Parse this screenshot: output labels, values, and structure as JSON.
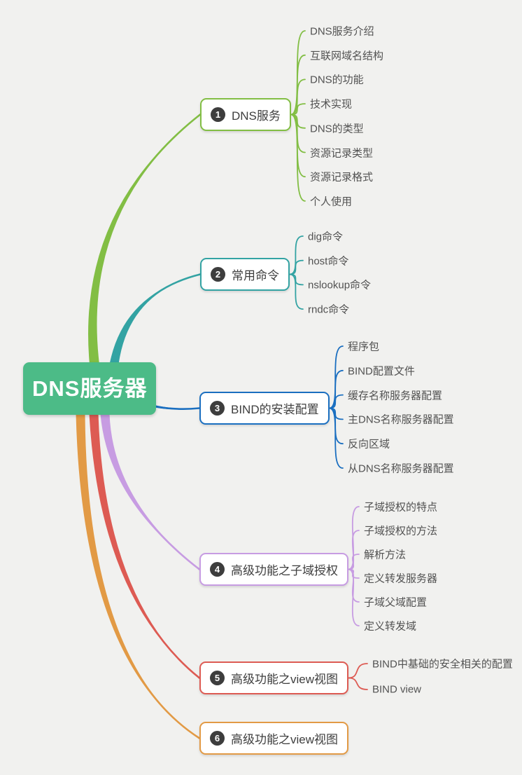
{
  "canvas": {
    "bg_color": "#F1F1EF"
  },
  "root": {
    "label": "DNS服务器",
    "bg_color": "#4CBB87",
    "text_color": "#FFFFFF"
  },
  "badge": {
    "bg_color": "#3D3D3D",
    "text_color": "#FFFFFF"
  },
  "branches": [
    {
      "number": "1",
      "label": "DNS服务",
      "color": "#82BE44",
      "children": [
        "DNS服务介绍",
        "互联网域名结构",
        "DNS的功能",
        "技术实现",
        "DNS的类型",
        "资源记录类型",
        "资源记录格式",
        "个人使用"
      ]
    },
    {
      "number": "2",
      "label": "常用命令",
      "color": "#33A3A3",
      "children": [
        "dig命令",
        "host命令",
        "nslookup命令",
        "rndc命令"
      ]
    },
    {
      "number": "3",
      "label": "BIND的安装配置",
      "color": "#1B6FC0",
      "children": [
        "程序包",
        "BIND配置文件",
        "缓存名称服务器配置",
        "主DNS名称服务器配置",
        "反向区域",
        "从DNS名称服务器配置"
      ]
    },
    {
      "number": "4",
      "label": "高级功能之子域授权",
      "color": "#C79CE2",
      "children": [
        "子域授权的特点",
        "子域授权的方法",
        "解析方法",
        "定义转发服务器",
        "子域父域配置",
        "定义转发域"
      ]
    },
    {
      "number": "5",
      "label": "高级功能之view视图",
      "color": "#DD5B53",
      "children": [
        "BIND中基础的安全相关的配置",
        "BIND view"
      ]
    },
    {
      "number": "6",
      "label": "高级功能之view视图",
      "color": "#E29A45",
      "children": []
    }
  ]
}
